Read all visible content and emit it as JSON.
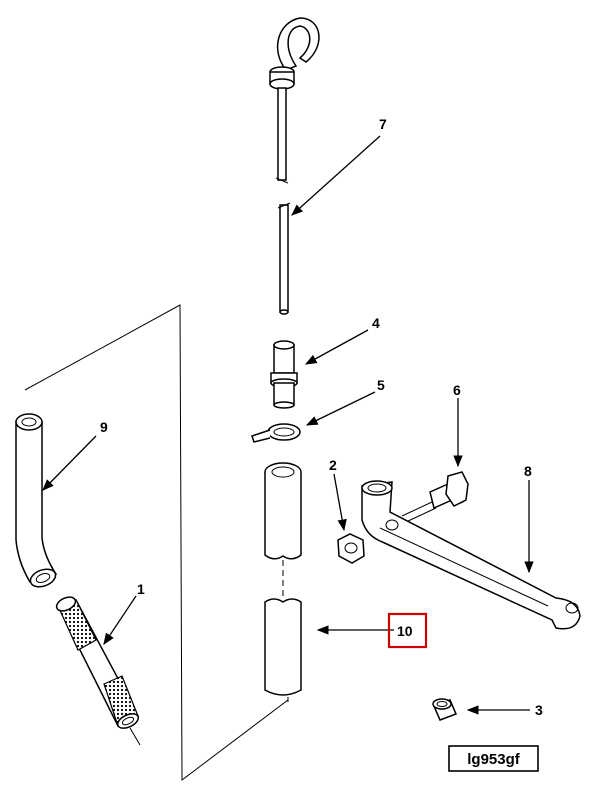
{
  "callouts": {
    "c1": "1",
    "c2": "2",
    "c3": "3",
    "c4": "4",
    "c5": "5",
    "c6": "6",
    "c7": "7",
    "c8": "8",
    "c9": "9",
    "c10": "10"
  },
  "highlight_color": "#d00000",
  "figure_ref": "lg953gf"
}
